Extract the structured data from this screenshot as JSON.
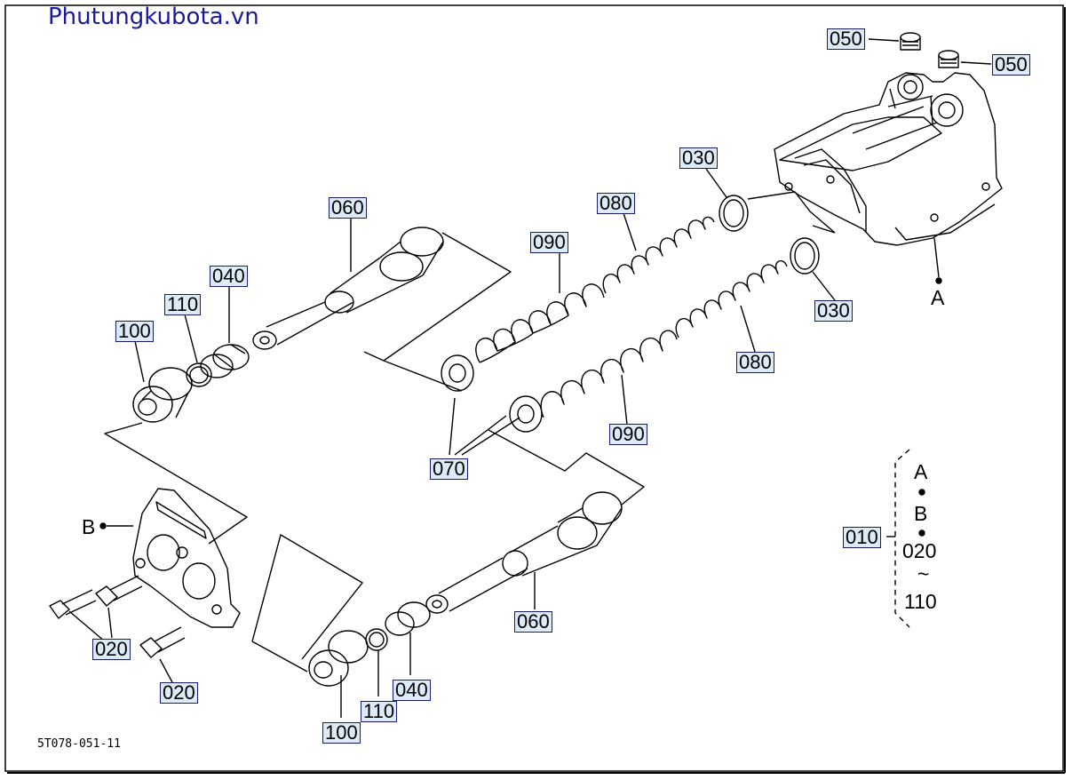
{
  "watermark": "Phutungkubota.vn",
  "diagram_code": "5T078-051-11",
  "callouts": {
    "c050a": "050",
    "c050b": "050",
    "c030a": "030",
    "c030b": "030",
    "c080a": "080",
    "c080b": "080",
    "c090a": "090",
    "c090b": "090",
    "c060a": "060",
    "c060b": "060",
    "c040a": "040",
    "c040b": "040",
    "c110a": "110",
    "c110b": "110",
    "c100a": "100",
    "c100b": "100",
    "c070": "070",
    "c020a": "020",
    "c020b": "020",
    "c010": "010"
  },
  "letters": {
    "a": "A",
    "b": "B"
  },
  "legend": {
    "line1": "A",
    "line2": "B",
    "line3": "020",
    "line4": "~",
    "line5": "110"
  }
}
